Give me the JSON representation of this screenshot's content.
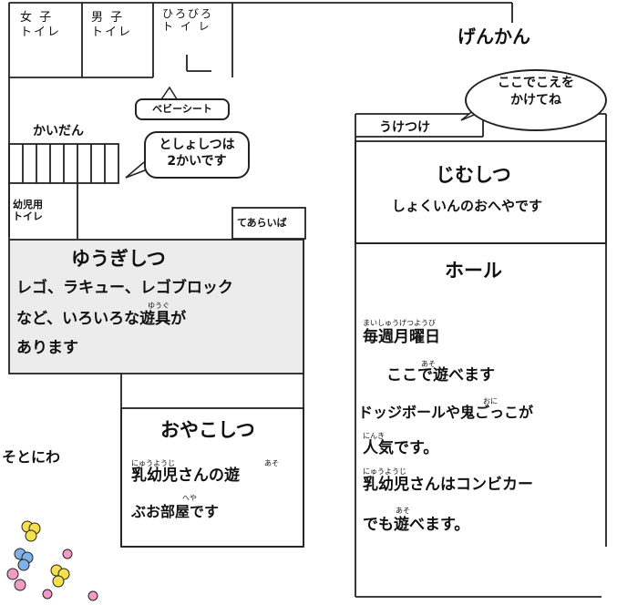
{
  "rooms": {
    "girls_toilet": [
      "女 子",
      "トイレ"
    ],
    "boys_toilet": [
      "男 子",
      "トイレ"
    ],
    "wide_toilet": [
      "ひろびろ",
      "ト イ レ"
    ],
    "entrance": "げんかん",
    "baby_seat": "ベビーシート",
    "stairs": "かいだん",
    "reception": "うけつけ",
    "infant_toilet": [
      "幼児用",
      "トイレ"
    ],
    "handwash": "てあらいば",
    "outside_yard": "そとにわ"
  },
  "bubbles": {
    "call_out": [
      "ここでこえを",
      "かけてね"
    ],
    "toilet_note": [
      "としょしつは",
      "2かいです"
    ]
  },
  "office": {
    "title": "じむしつ",
    "desc": "しょくいんのおへやです"
  },
  "playroom": {
    "title": "ゆうぎしつ",
    "lines": [
      "レゴ、ラキュー、レゴブロック",
      "など、いろいろな遊具が",
      "あります"
    ],
    "furigana": "ゆうぐ"
  },
  "hall": {
    "title": "ホール",
    "lines": [
      "毎週月曜日",
      "ここで遊べます",
      "ドッジボールや鬼ごっこが",
      "人気です。",
      "乳幼児さんはコンビカー",
      "でも遊べます。"
    ],
    "furigana": [
      "まいしゅうげつようび",
      "あそ",
      "おに",
      "にんき",
      "にゅうようじ",
      "あそ"
    ]
  },
  "parent_room": {
    "title": "おやこしつ",
    "lines": [
      "乳幼児さんの遊",
      "ぶお部屋です"
    ],
    "furigana": [
      "にゅうようじ",
      "あそ",
      "へや"
    ]
  },
  "colors": {
    "playroom_fill": "#ececec",
    "wall": "#222222",
    "flower_yellow": "#f4e04d",
    "flower_blue": "#7fb3e8",
    "flower_pink": "#f29bc4"
  }
}
